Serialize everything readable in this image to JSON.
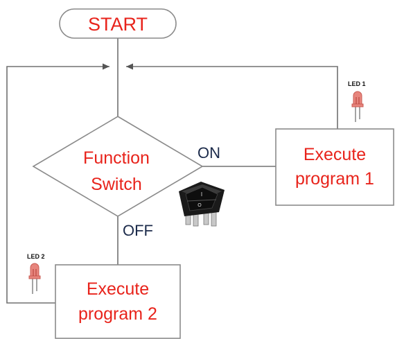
{
  "colors": {
    "line": "#707070",
    "box_stroke": "#8a8a8a",
    "label_red": "#e8231b",
    "label_navy": "#1b2a4a",
    "led_body": "#e7857d",
    "switch_body": "#1a1a1a"
  },
  "start": {
    "label": "START"
  },
  "decision": {
    "line1": "Function",
    "line2": "Switch"
  },
  "branches": {
    "on": "ON",
    "off": "OFF"
  },
  "process1": {
    "line1": "Execute",
    "line2": "program 1"
  },
  "process2": {
    "line1": "Execute",
    "line2": "program 2"
  },
  "led1": {
    "label": "LED 1",
    "icon": "led-icon"
  },
  "led2": {
    "label": "LED 2",
    "icon": "led-icon"
  },
  "switch_icon": {
    "icon": "rocker-switch-icon",
    "mark_on": "I",
    "mark_off": "O"
  }
}
